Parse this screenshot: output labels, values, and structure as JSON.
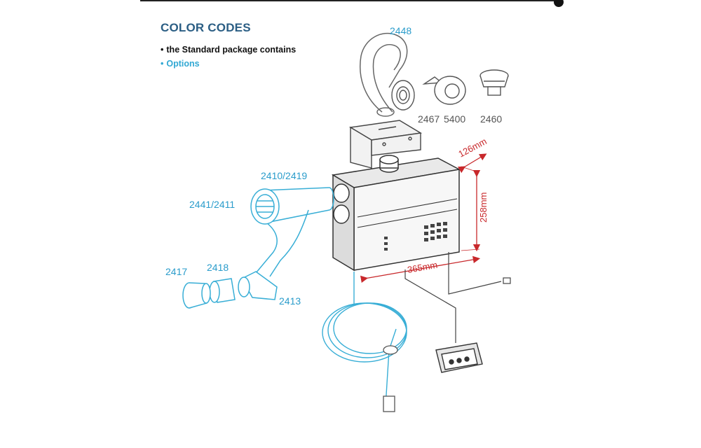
{
  "legend": {
    "title": "COLOR CODES",
    "standard": "the Standard package contains",
    "options": "Options"
  },
  "parts": {
    "p2448": "2448",
    "p2467": "2467",
    "p5400": "5400",
    "p2460": "2460",
    "p2410_2419": "2410/2419",
    "p2441_2411": "2441/2411",
    "p2417": "2417",
    "p2418": "2418",
    "p2413": "2413"
  },
  "dimensions": {
    "depth": "126mm",
    "height": "258mm",
    "width": "365mm"
  },
  "colors": {
    "standard": "#111111",
    "options": "#31a8d3",
    "title": "#2b5e84",
    "dimension": "#c8282b"
  }
}
